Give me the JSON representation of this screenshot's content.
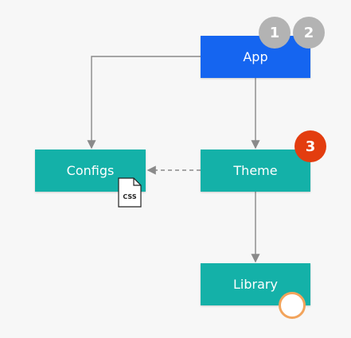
{
  "nodes": {
    "app": "App",
    "configs": "Configs",
    "theme": "Theme",
    "library": "Library"
  },
  "badges": [
    "1",
    "2",
    "3"
  ],
  "file_badge": "CSS",
  "colors": {
    "primary_node": "#1565f0",
    "teal_node": "#14b1a8",
    "grey_badge": "#b3b3b3",
    "red_badge": "#e33d0f",
    "status_ring": "#f2a45c",
    "arrow": "#8a8a8a"
  }
}
